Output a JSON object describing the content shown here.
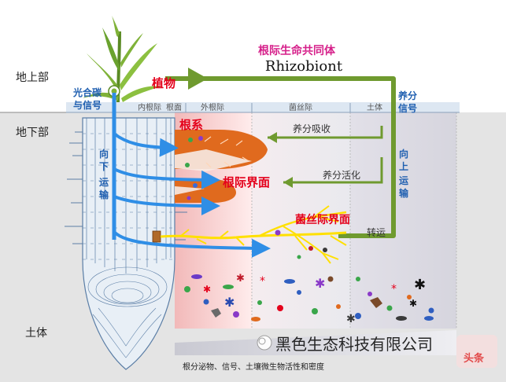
{
  "labels": {
    "above_ground": "地上部",
    "below_ground": "地下部",
    "soil": "土体",
    "community_title": "根际生命共同体",
    "rhizobiont": "Rhizobiont",
    "plant": "植物",
    "root_system": "根系",
    "rhizosphere_interface": "根际界面",
    "hyphosphere_interface": "菌丝际界面",
    "photosynthetic_carbon": [
      "光合碳",
      "与信号"
    ],
    "downward_transport": [
      "向",
      "下",
      "运",
      "输"
    ],
    "upward_transport": [
      "向",
      "上",
      "运",
      "输"
    ],
    "nutrient_signal": [
      "养分",
      "信号"
    ],
    "nutrient_uptake": "养分吸收",
    "nutrient_activation": "养分活化",
    "translocation": "转运",
    "zone_root_surface": "根面",
    "zone_inner_rhizosphere": "内根际",
    "zone_outer_rhizosphere": "外根际",
    "zone_hyphosphere": "菌丝际",
    "zone_bulk_soil": "土体",
    "bottom_caption": "根分泌物、信号、土壤微生物活性和密度",
    "watermark": "黑色生态科技有限公司",
    "corner_badge": "头条"
  },
  "colors": {
    "title_magenta": "#d6208a",
    "label_red": "#e4001b",
    "arrow_green": "#6f9a2f",
    "arrow_blue": "#2f8ee6",
    "root_orange": "#e06a1e",
    "hyphae_yellow": "#ffe000"
  }
}
